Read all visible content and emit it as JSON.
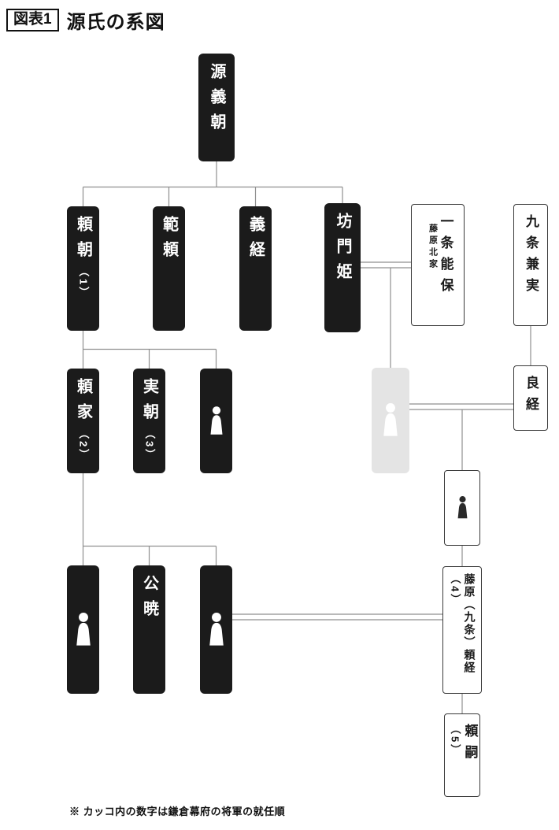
{
  "header": {
    "figure_label": "図表1",
    "title": "源氏の系図"
  },
  "footnote": "※ カッコ内の数字は鎌倉幕府の将軍の就任順",
  "people": {
    "minamoto_yoshitomo": {
      "name": "源義朝"
    },
    "yoritomo": {
      "name": "頼朝",
      "order": "（1）"
    },
    "noriyori": {
      "name": "範頼"
    },
    "yoshitsune": {
      "name": "義経"
    },
    "bomon_hime": {
      "name": "坊門姫"
    },
    "ichijo_yoshiyasu": {
      "name": "一条能保",
      "note": "藤原北家"
    },
    "kujo_kanezane": {
      "name": "九条兼実"
    },
    "yoriie": {
      "name": "頼家",
      "order": "（2）"
    },
    "sanetomo": {
      "name": "実朝",
      "order": "（3）"
    },
    "kujo_yoshitsune": {
      "name": "良経"
    },
    "kugyo": {
      "name": "公暁"
    },
    "fujiwara_kujo_yoritsune": {
      "name": "藤原（九条）頼経",
      "order": "（4）"
    },
    "yoritsugu": {
      "name": "頼嗣",
      "order": "（5）"
    }
  },
  "unnamed_members": {
    "icon": "person-silhouette",
    "count": 5
  },
  "colors": {
    "box_black": "#1b1b1b",
    "box_gray": "#e4e4e4",
    "box_white_border": "#3a3a3a",
    "connector": "#8f8f8f"
  }
}
